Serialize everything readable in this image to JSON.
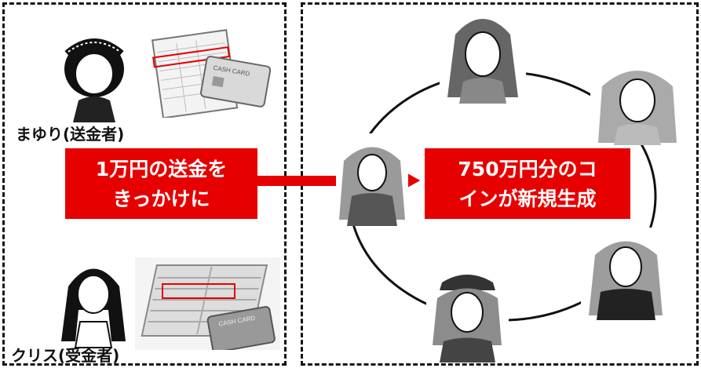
{
  "left": {
    "sender_label": "まゆり(送金者)",
    "receiver_label": "クリス(受金者)",
    "callout_line1": "1万円の送金を",
    "callout_line2": "きっかけに",
    "card_text": "CASH CARD"
  },
  "right": {
    "callout_line1": "750万円分のコ",
    "callout_line2": "インが新規生成"
  },
  "colors": {
    "accent": "#e60000",
    "line": "#111111"
  }
}
